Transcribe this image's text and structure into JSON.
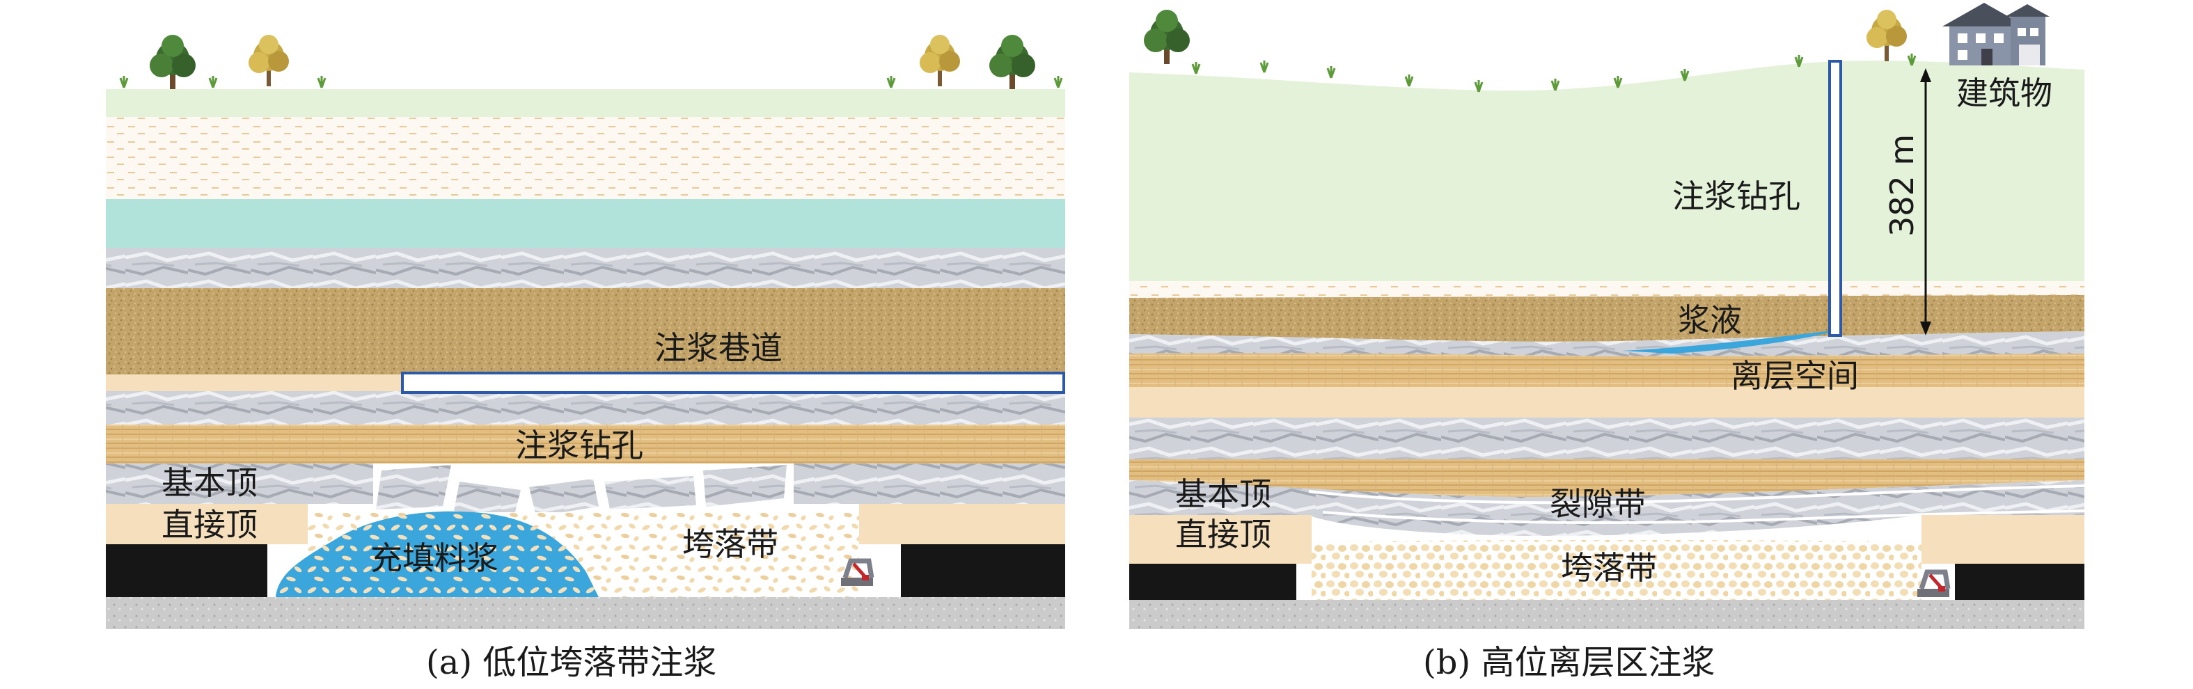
{
  "panel_a": {
    "caption": "(a) 低位垮落带注浆",
    "labels": {
      "grouting_roadway": "注浆巷道",
      "grouting_borehole": "注浆钻孔",
      "main_roof": "基本顶",
      "immediate_roof": "直接顶",
      "filling_slurry": "充填料浆",
      "caving_zone": "垮落带"
    }
  },
  "panel_b": {
    "caption": "(b) 高位离层区注浆",
    "labels": {
      "grouting_borehole": "注浆钻孔",
      "depth": "382 m",
      "building": "建筑物",
      "slurry": "浆液",
      "separation_space": "离层空间",
      "main_roof": "基本顶",
      "immediate_roof": "直接顶",
      "fracture_zone": "裂隙带",
      "caving_zone": "垮落带"
    }
  },
  "colors": {
    "surface_soil": "#e4f2da",
    "aquifer": "#b2e3da",
    "sandstone": "#c6a86e",
    "limestone": "#c9ccd3",
    "mudstone": "#f5dfbc",
    "coal": "#161616",
    "floor": "#c9c9c9",
    "slurry_blue": "#3aa6db",
    "caving_fill": "#f3dcb2",
    "borehole_blue": "#2d5aa8"
  },
  "icons": [
    "tree-icon",
    "grass-icon",
    "house-icon",
    "shearer-icon"
  ]
}
